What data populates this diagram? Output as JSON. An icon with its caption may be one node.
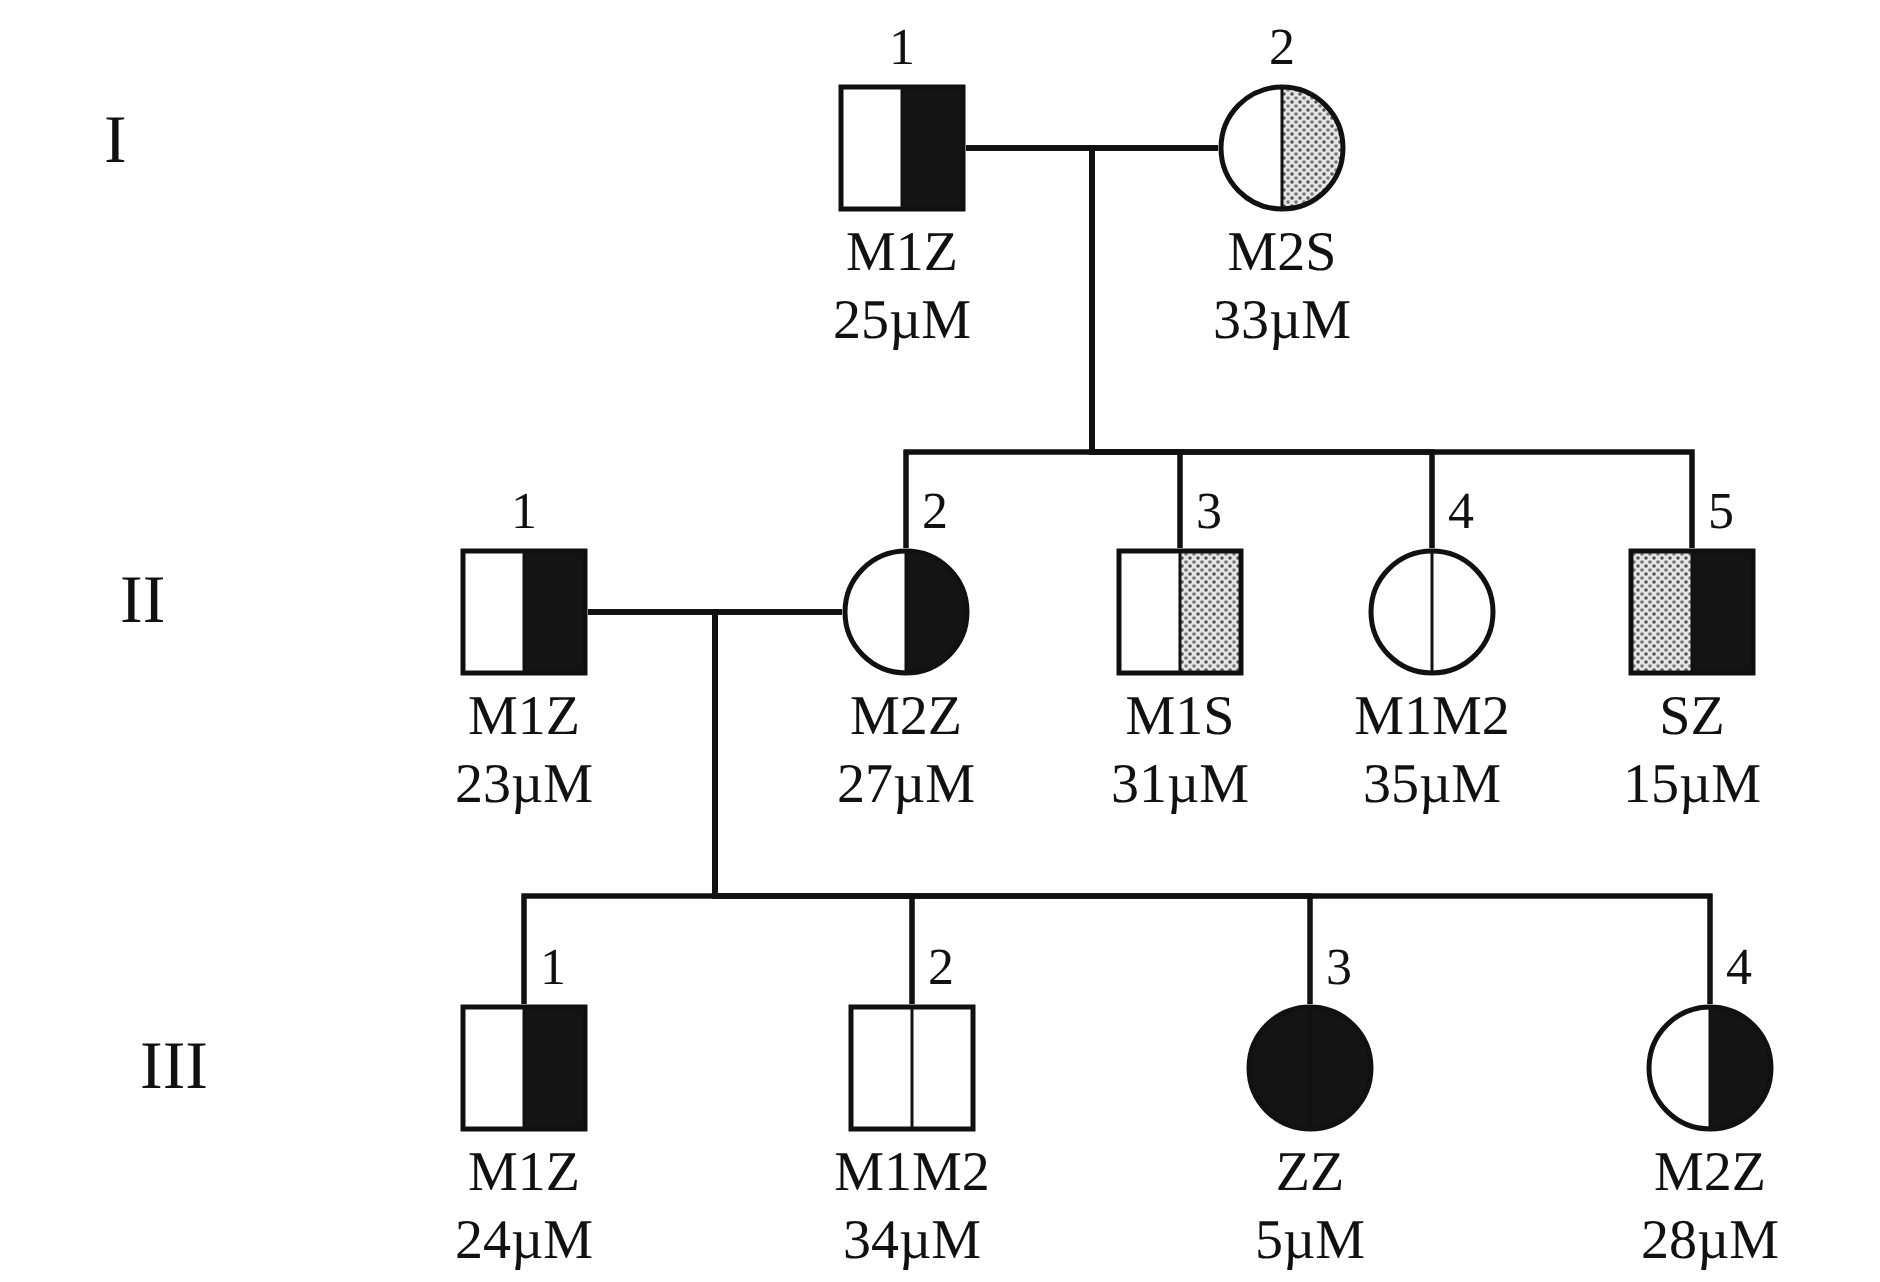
{
  "diagram": {
    "nodes": [
      {
        "text": [
          "1",
          "M1Z",
          "25µM"
        ]
      },
      {
        "text": [
          "2",
          "M2S",
          "33µM"
        ]
      },
      {
        "text": [
          "1",
          "M1Z",
          "23µM"
        ]
      },
      {
        "text": [
          "2",
          "M2Z",
          "27µM"
        ]
      },
      {
        "text": [
          "3",
          "M1S",
          "31µM"
        ]
      },
      {
        "text": [
          "4",
          "M1M2",
          "35µM"
        ]
      },
      {
        "text": [
          "5",
          "SZ",
          "15µM"
        ]
      },
      {
        "text": [
          "1",
          "M1Z",
          "24µM"
        ]
      },
      {
        "text": [
          "2",
          "M1M2",
          "34µM"
        ]
      },
      {
        "text": [
          "3",
          "ZZ",
          "5µM"
        ]
      },
      {
        "text": [
          "4",
          "M2Z",
          "28µM"
        ]
      }
    ],
    "edges": [
      {
        "from": 0,
        "to": 1,
        "arrow": "none"
      },
      {
        "from": 0,
        "to": 3,
        "arrow": "none"
      },
      {
        "from": 1,
        "to": 3,
        "arrow": "none"
      },
      {
        "from": 0,
        "to": 4,
        "arrow": "none"
      },
      {
        "from": 1,
        "to": 4,
        "arrow": "none"
      },
      {
        "from": 0,
        "to": 5,
        "arrow": "none"
      },
      {
        "from": 1,
        "to": 5,
        "arrow": "none"
      },
      {
        "from": 0,
        "to": 6,
        "arrow": "none"
      },
      {
        "from": 1,
        "to": 6,
        "arrow": "none"
      },
      {
        "from": 2,
        "to": 3,
        "arrow": "none"
      },
      {
        "from": 2,
        "to": 7,
        "arrow": "none"
      },
      {
        "from": 3,
        "to": 7,
        "arrow": "none"
      },
      {
        "from": 2,
        "to": 8,
        "arrow": "none"
      },
      {
        "from": 3,
        "to": 8,
        "arrow": "none"
      },
      {
        "from": 2,
        "to": 9,
        "arrow": "none"
      },
      {
        "from": 3,
        "to": 9,
        "arrow": "none"
      },
      {
        "from": 2,
        "to": 10,
        "arrow": "none"
      },
      {
        "from": 3,
        "to": 10,
        "arrow": "none"
      }
    ],
    "labels": [
      "I",
      "II",
      "III"
    ]
  }
}
